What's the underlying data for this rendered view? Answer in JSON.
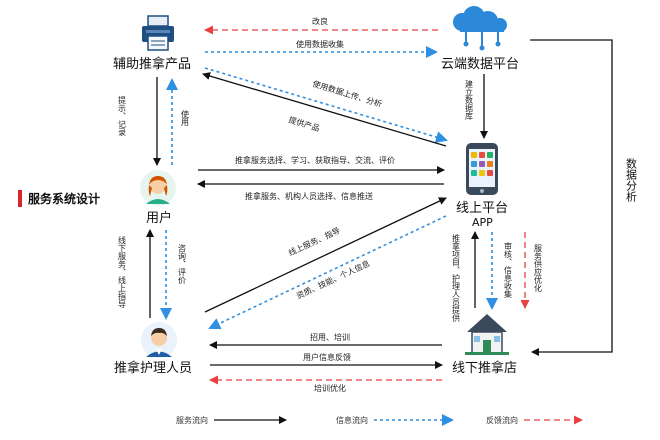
{
  "sidebar": {
    "title": "服务系统设计"
  },
  "colors": {
    "service": "#111111",
    "info": "#2f8fe0",
    "feedback": "#e84040",
    "accent": "#d9262c"
  },
  "nodes": {
    "product": {
      "label": "辅助推拿产品",
      "icon": "printer-icon"
    },
    "cloud": {
      "label": "云端数据平台",
      "icon": "cloud-network-icon"
    },
    "user": {
      "label": "用户",
      "icon": "user-avatar-icon"
    },
    "platform": {
      "label": "线上平台",
      "sublabel": "APP",
      "icon": "smartphone-icon"
    },
    "therapist": {
      "label": "推拿护理人员",
      "icon": "therapist-avatar-icon"
    },
    "store": {
      "label": "线下推拿店",
      "icon": "house-icon"
    }
  },
  "edges": {
    "gaiLiang": "改良",
    "shiYongShuJuShouJi": "使用数据收集",
    "shiYongShuJuShangChuan": "使用数据上传、分析",
    "tiGongChanPin": "提供产品",
    "tuiNaFuWuXuanZe": "推拿服务选择、学习、获取指导、交流、评价",
    "xinXiTuiSong": "推拿服务、机构人员选择、信息推送",
    "xianShangFuWu": "线上服务、指导",
    "ziZhiJiNeng": "资质、技能、个人信息",
    "zhaoPinPeiXun": "招用、培训",
    "yongHuXinXiFanKui": "用户信息反馈",
    "peiXunYouHua": "培训优化",
    "tiShiJiLu": "提示、记录",
    "shiYong": "使用",
    "xianXiaFuWu": "线下服务、线上指导",
    "ziXunPingJia": "咨询、评价",
    "jianLiShuJuKu": "建立数据库",
    "tuiNaXiangMu": "推拿项目、护理人员提供",
    "shenHeXinXi": "审核、信息收集",
    "fuWuGongYing": "服务供应优化",
    "shuJuFenXi": "数据分析"
  },
  "legend": {
    "service": "服务流向",
    "info": "信息流向",
    "feedback": "反馈流向"
  }
}
